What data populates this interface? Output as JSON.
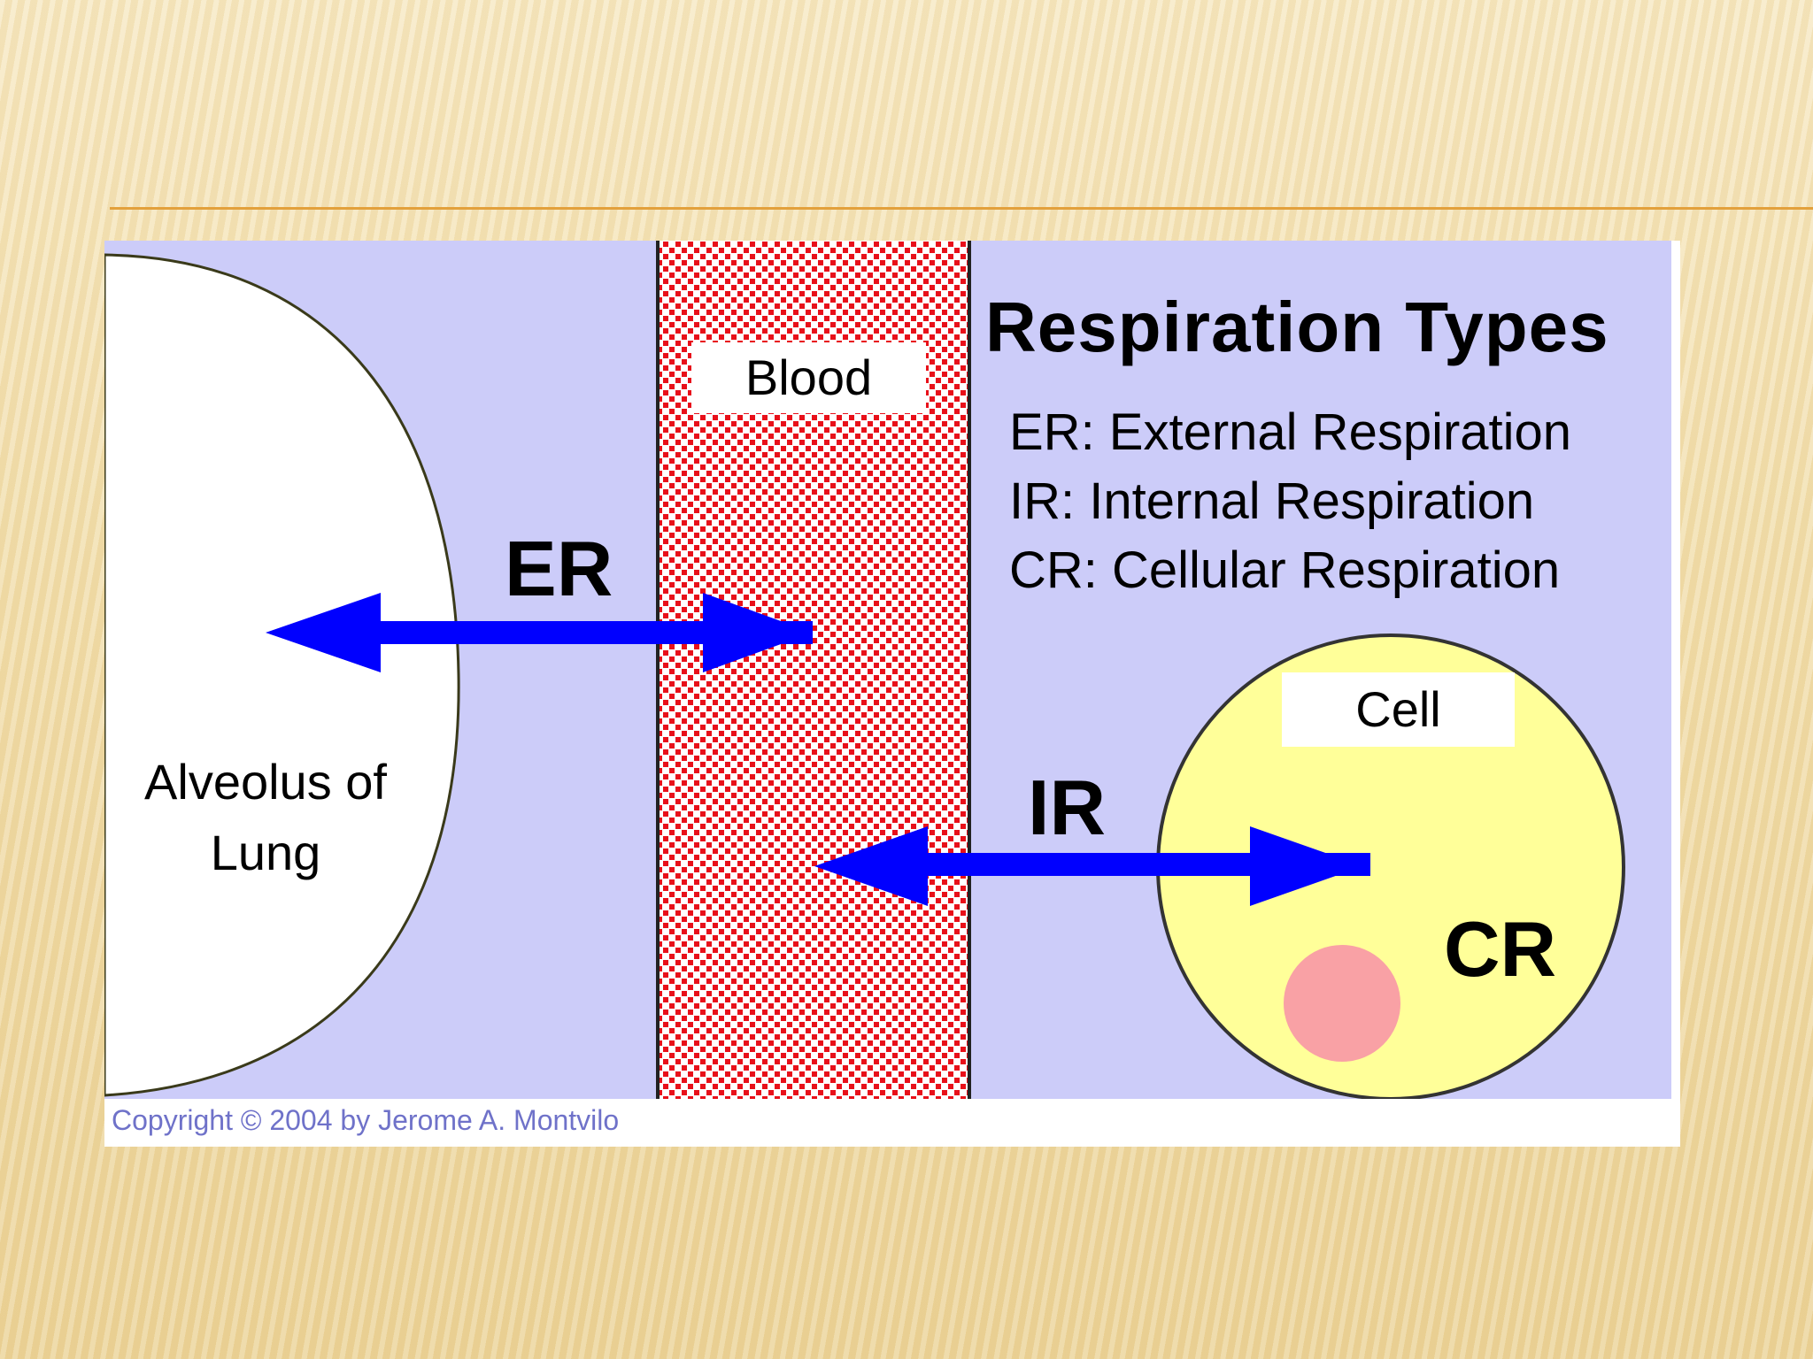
{
  "diagram": {
    "title": "Respiration Types",
    "legend": [
      "ER: External Respiration",
      "IR: Internal Respiration",
      "CR: Cellular Respiration"
    ],
    "blood_label": "Blood",
    "cell_label": "Cell",
    "alveolus_label": "Alveolus of Lung",
    "er_label": "ER",
    "ir_label": "IR",
    "cr_label": "CR",
    "copyright": "Copyright © 2004 by Jerome A. Montvilo"
  },
  "colors": {
    "background_lavender": "#ccccf9",
    "blood_red": "#e8101a",
    "arrow_blue": "#0000ff",
    "cell_yellow": "#ffff99",
    "nucleus_pink": "#f9a1a5",
    "accent_rule": "#e3a13c"
  },
  "icons": {
    "er_arrow": "double-headed-arrow",
    "ir_arrow": "double-headed-arrow"
  }
}
